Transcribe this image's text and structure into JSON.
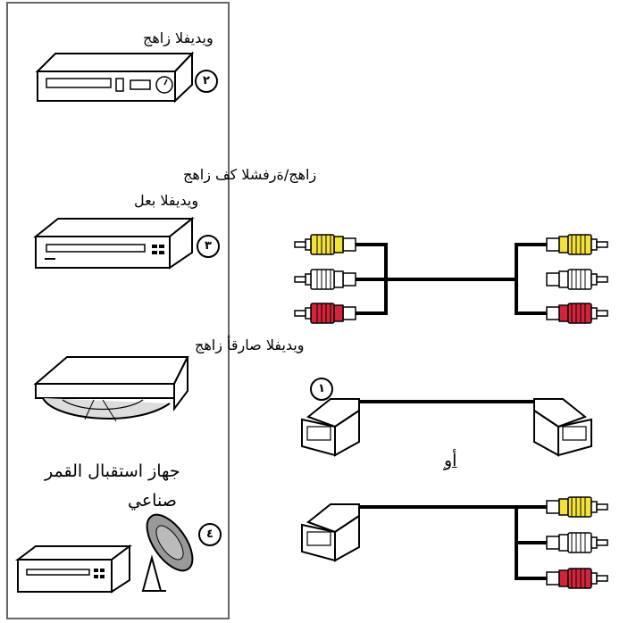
{
  "devices": {
    "vcr_label": "ويديفلا زاهج",
    "recorder_label_line1": "زاهج/ةرفشلا كف زاهج",
    "recorder_label_line2": "ويديفلا بعل",
    "dvd_label": "ويديفلا صارقأ زاهج",
    "satellite_label_line1": "جهاز استقبال القمر",
    "satellite_label_line2": "صناعي"
  },
  "markers": {
    "one": "١",
    "two": "٢",
    "three": "٣",
    "four": "٤"
  },
  "cables": {
    "or_label": "أو"
  },
  "colors": {
    "yellow": "#f2e23a",
    "white": "#ffffff",
    "red": "#d4243b",
    "line": "#000000",
    "panel_border": "#666666"
  }
}
